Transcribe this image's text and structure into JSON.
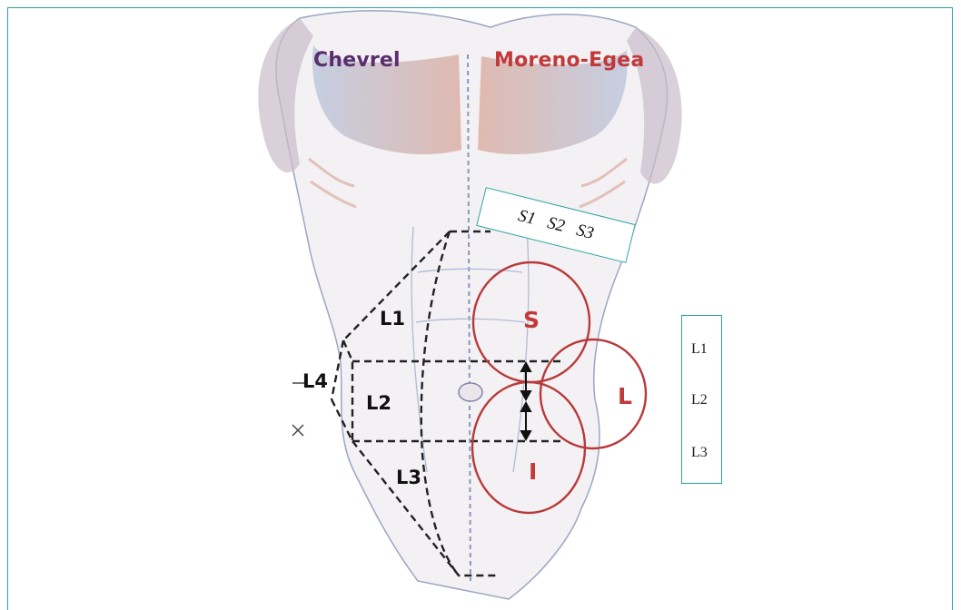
{
  "colors": {
    "frame_border": "#2aa3a3",
    "chevrel_purple": "#5a2d6e",
    "moreno_red": "#c2393a",
    "muscle_red": "#c98a7a",
    "muscle_blue": "#8fa2c6",
    "dashed_line": "#222222"
  },
  "header": {
    "chevrel": "Chevrel",
    "moreno_egea": "Moreno-Egea"
  },
  "chevrel_zones": {
    "l1": "L1",
    "l2": "L2",
    "l3": "L3",
    "l4": "L4"
  },
  "moreno_zones": {
    "s": "S",
    "l": "L",
    "i": "I"
  },
  "subxiphoid_box": {
    "s1": "S1",
    "s2": "S2",
    "s3": "S3"
  },
  "level_box": {
    "l1": "L1",
    "l2": "L2",
    "l3": "L3"
  }
}
